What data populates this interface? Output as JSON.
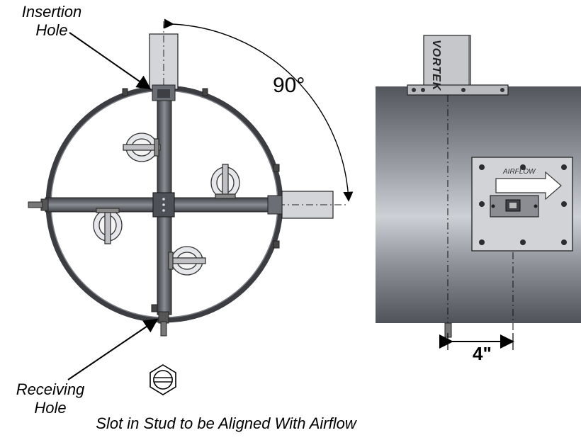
{
  "labels": {
    "insertion_line1": "Insertion",
    "insertion_line2": "Hole",
    "receiving_line1": "Receiving",
    "receiving_line2": "Hole",
    "angle": "90°",
    "dimension": "4\"",
    "caption": "Slot in Stud to be Aligned With Airflow",
    "brand": "VORTEK",
    "airflow": "AIRFLOW"
  },
  "colors": {
    "duct_dark": "#4a4d54",
    "duct_light": "#c9ccd2",
    "plate": "#c8c9cc",
    "frame": "#505257",
    "outline": "#000000"
  }
}
